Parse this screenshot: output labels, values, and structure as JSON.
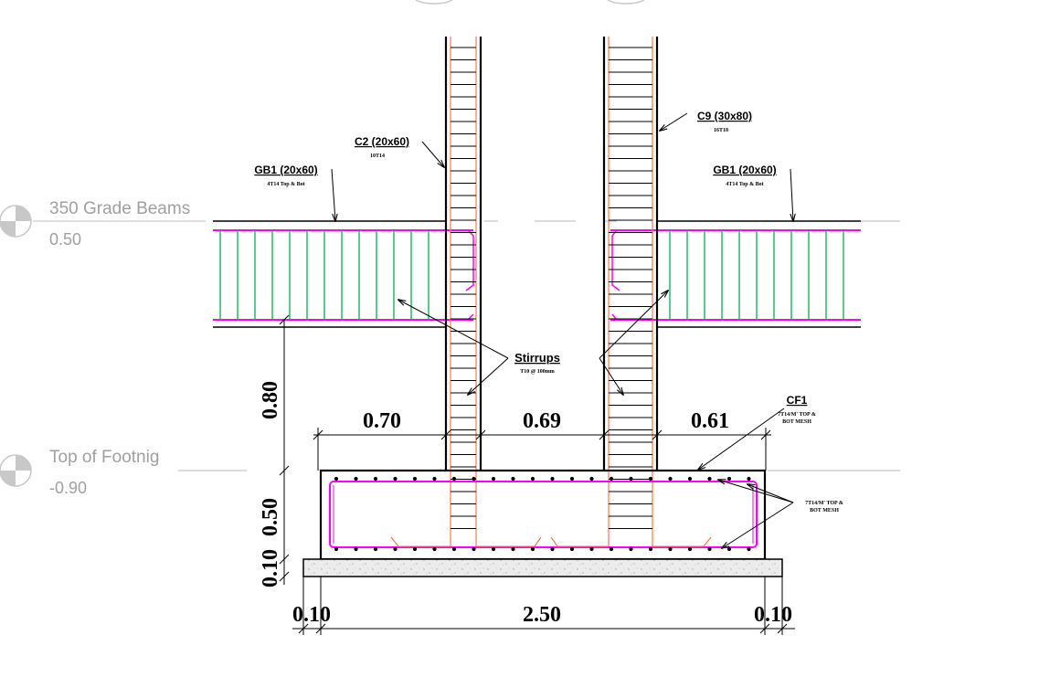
{
  "levels": {
    "grade_beams": {
      "title": "350 Grade Beams",
      "value": "0.50"
    },
    "top_of_footing": {
      "title": "Top of Footnig",
      "value": "-0.90"
    }
  },
  "labels": {
    "c2": {
      "name": "C2 (20x60)",
      "spec": "10T14"
    },
    "c9": {
      "name": "C9 (30x80)",
      "spec": "16T18"
    },
    "gb1_left": {
      "name": "GB1 (20x60)",
      "spec": "4T14 Top & Bot"
    },
    "gb1_right": {
      "name": "GB1 (20x60)",
      "spec": "4T14 Top & Bot"
    },
    "stirrups": {
      "name": "Stirrups",
      "spec": "T10 @ 100mm"
    },
    "cf1": {
      "name": "CF1",
      "spec_line1": "7T14/M' TOP &",
      "spec_line2": "BOT MESH"
    },
    "mesh_note": {
      "line1": "7T14/M' TOP &",
      "line2": "BOT MESH"
    }
  },
  "dimensions": {
    "top_left": "0.70",
    "top_mid": "0.69",
    "top_right": "0.61",
    "vertical_upper": "0.80",
    "vertical_footing": "0.50",
    "vertical_blinding": "0.10",
    "bottom_left": "0.10",
    "bottom_mid": "2.50",
    "bottom_right": "0.10"
  },
  "colors": {
    "concrete_outline": "#000000",
    "main_bars": "#ff00ff",
    "beam_stirrups": "#00b050",
    "column_bars": "#ff6a3d",
    "level_text": "#a0a0a0"
  }
}
